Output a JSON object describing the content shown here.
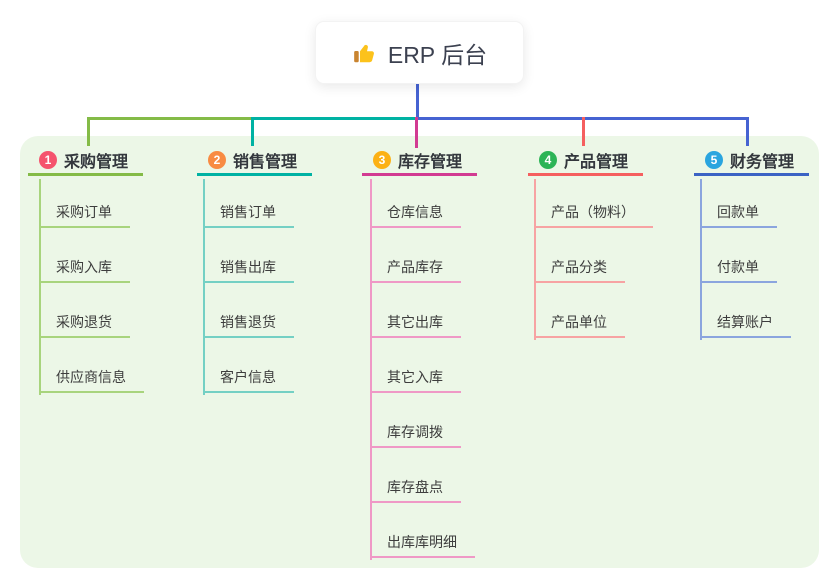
{
  "root": {
    "label": "ERP 后台",
    "icon": "thumbs-up"
  },
  "colors": {
    "canvas_bg": "#ffffff",
    "panel_bg": "#ecf7e7",
    "trunk": "#4663d2",
    "root_text": "#3c4150",
    "header_text": "#33373d",
    "child_text": "#3d3d3d",
    "badge_text": "#ffffff"
  },
  "branches": [
    {
      "num": "1",
      "label": "采购管理",
      "color": "#84bb47",
      "light": "#a8d47d",
      "badge": "#f5536d",
      "children": [
        "采购订单",
        "采购入库",
        "采购退货",
        "供应商信息"
      ]
    },
    {
      "num": "2",
      "label": "销售管理",
      "color": "#00b2a3",
      "light": "#74d0c4",
      "badge": "#f88b42",
      "children": [
        "销售订单",
        "销售出库",
        "销售退货",
        "客户信息"
      ]
    },
    {
      "num": "3",
      "label": "库存管理",
      "color": "#d23b92",
      "light": "#ef99c6",
      "badge": "#fcb115",
      "children": [
        "仓库信息",
        "产品库存",
        "其它出库",
        "其它入库",
        "库存调拨",
        "库存盘点",
        "出库库明细"
      ]
    },
    {
      "num": "4",
      "label": "产品管理",
      "color": "#f55f5f",
      "light": "#f7a3a3",
      "badge": "#2cb456",
      "children": [
        "产品（物料）",
        "产品分类",
        "产品单位"
      ]
    },
    {
      "num": "5",
      "label": "财务管理",
      "color": "#3b63c4",
      "light": "#8ba5de",
      "badge": "#2aa5df",
      "children": [
        "回款单",
        "付款单",
        "结算账户"
      ]
    }
  ]
}
